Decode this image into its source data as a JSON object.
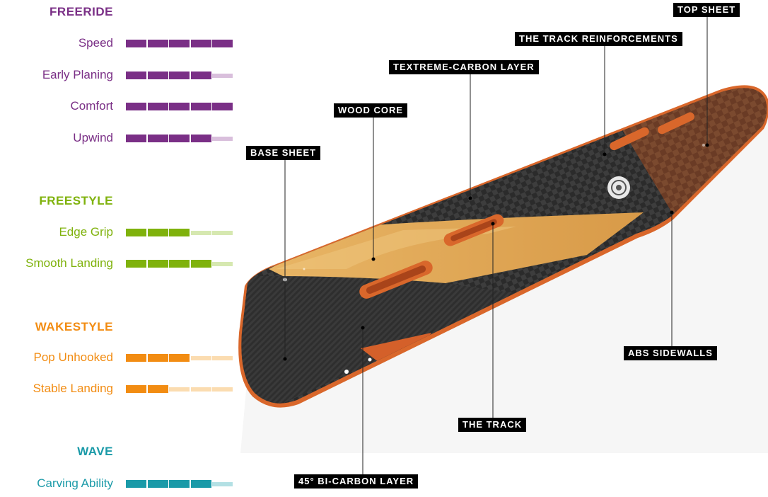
{
  "colors": {
    "freeride": "#7a2f86",
    "freeride_light": "#d9bfdc",
    "freestyle": "#7fb20c",
    "freestyle_light": "#d6e8b0",
    "wakestyle": "#f28c12",
    "wakestyle_light": "#fbdcb0",
    "wave": "#1a9aa8",
    "wave_light": "#b3e0e4"
  },
  "categories": [
    {
      "key": "freeride",
      "title": "FREERIDE",
      "stats": [
        {
          "label": "Speed",
          "rating": 5
        },
        {
          "label": "Early Planing",
          "rating": 4
        },
        {
          "label": "Comfort",
          "rating": 5
        },
        {
          "label": "Upwind",
          "rating": 4
        }
      ]
    },
    {
      "key": "freestyle",
      "title": "FREESTYLE",
      "stats": [
        {
          "label": "Edge Grip",
          "rating": 3
        },
        {
          "label": "Smooth Landing",
          "rating": 4
        }
      ]
    },
    {
      "key": "wakestyle",
      "title": "WAKESTYLE",
      "stats": [
        {
          "label": "Pop Unhooked",
          "rating": 3
        },
        {
          "label": "Stable Landing",
          "rating": 2
        }
      ]
    },
    {
      "key": "wave",
      "title": "WAVE",
      "stats": [
        {
          "label": "Carving Ability",
          "rating": 4
        }
      ]
    }
  ],
  "max_rating": 5,
  "callouts": {
    "top_sheet": "TOP SHEET",
    "track_reinforcements": "THE TRACK REINFORCEMENTS",
    "textreme": "TEXTREME-CARBON LAYER",
    "wood_core": "WOOD CORE",
    "base_sheet": "BASE SHEET",
    "abs_sidewalls": "ABS SIDEWALLS",
    "the_track": "THE TRACK",
    "bi_carbon": "45° BI-CARBON LAYER"
  }
}
